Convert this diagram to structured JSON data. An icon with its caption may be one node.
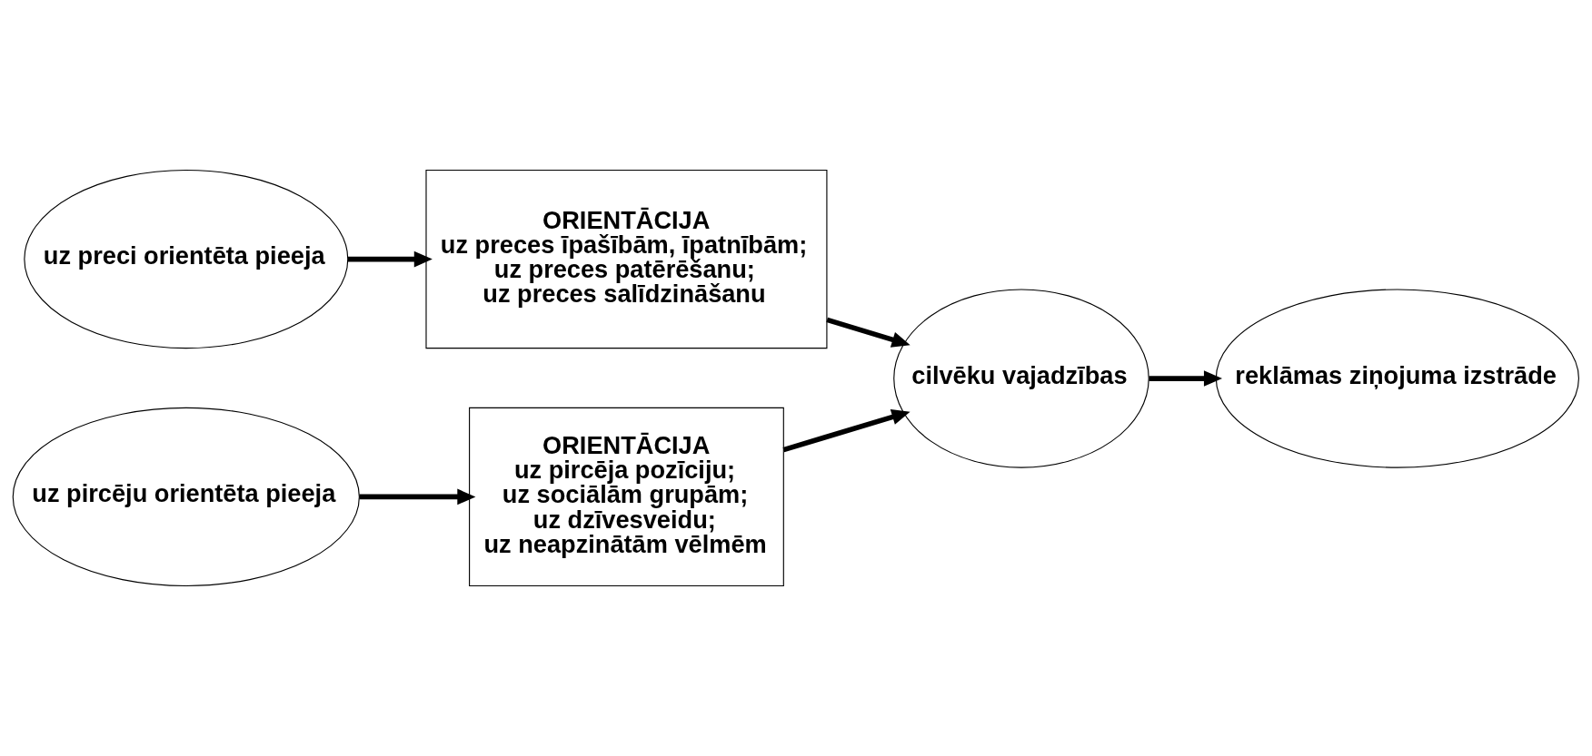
{
  "diagram": {
    "nodes": [
      {
        "text": [
          "uz preci orientēta pieeja"
        ]
      },
      {
        "text": [
          "ORIENTĀCIJA",
          "uz preces īpašībām, īpatnībām;",
          "uz preces patērēšanu;",
          "uz preces salīdzināšanu"
        ]
      },
      {
        "text": [
          "uz pircēju orientēta pieeja"
        ]
      },
      {
        "text": [
          "ORIENTĀCIJA",
          "uz pircēja pozīciju;",
          "uz sociālām grupām;",
          "uz dzīvesveidu;",
          "uz neapzinātām vēlmēm"
        ]
      },
      {
        "text": [
          "cilvēku vajadzības"
        ]
      },
      {
        "text": [
          "reklāmas ziņojuma izstrāde"
        ]
      }
    ],
    "edges": [
      {
        "from": 0,
        "to": 1,
        "arrow": "to"
      },
      {
        "from": 2,
        "to": 3,
        "arrow": "to"
      },
      {
        "from": 1,
        "to": 4,
        "arrow": "to"
      },
      {
        "from": 3,
        "to": 4,
        "arrow": "to"
      },
      {
        "from": 4,
        "to": 5,
        "arrow": "to"
      }
    ]
  }
}
